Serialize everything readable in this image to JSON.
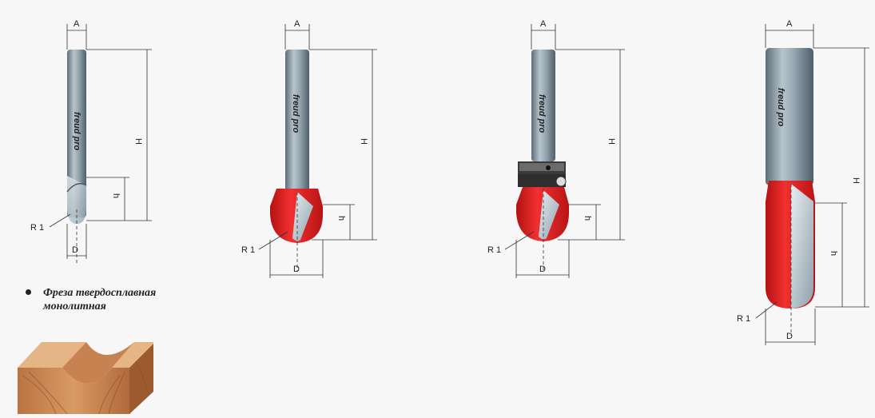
{
  "dimension_labels": {
    "shank_diameter": "A",
    "total_height": "H",
    "cut_height": "h",
    "cut_diameter": "D",
    "radius": "R 1"
  },
  "brand_logo_text": "freud pro",
  "note": {
    "line1": "Фреза твердосплавная",
    "line2": "монолитная"
  },
  "colors": {
    "background": "#f7f7f7",
    "cutter_red": "#e02020",
    "shank_gray": "#8fa0ac",
    "wood": "#c8895a"
  },
  "icons": [
    "solid-router-bit",
    "router-bit-with-cutter",
    "router-bit-with-bearing",
    "large-solid-router-bit",
    "wood-profile-sample"
  ]
}
